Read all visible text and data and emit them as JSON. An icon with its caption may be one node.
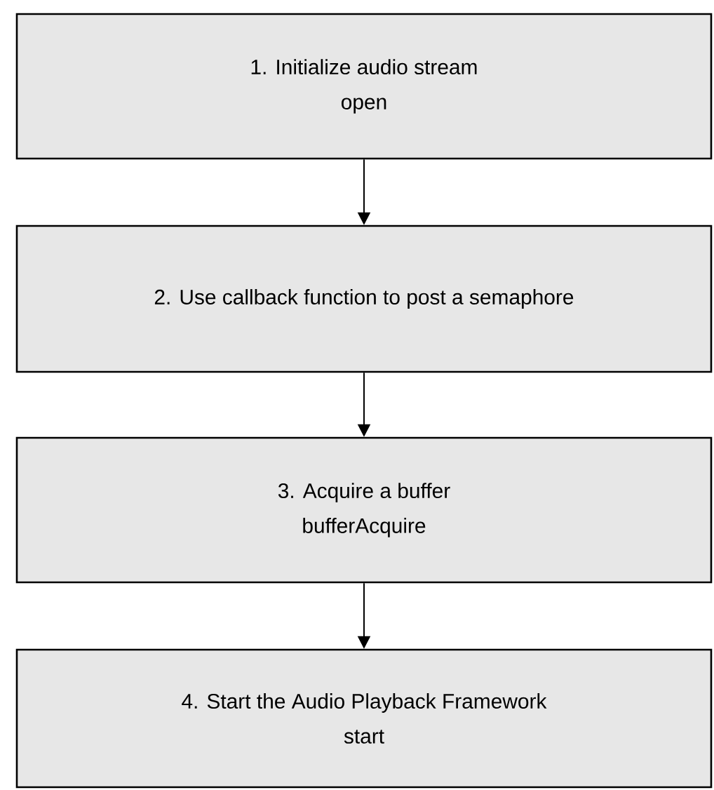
{
  "diagram": {
    "nodes": [
      {
        "text": [
          "1.  Initialize audio stream",
          "open"
        ]
      },
      {
        "text": [
          "2.  Use callback function to post a semaphore"
        ]
      },
      {
        "text": [
          "3.  Acquire a buffer",
          "bufferAcquire"
        ]
      },
      {
        "text": [
          "4.     Start the Audio Playback Framework",
          "start"
        ]
      }
    ],
    "edges": [
      {
        "from": 0,
        "to": 1,
        "arrow": "to"
      },
      {
        "from": 1,
        "to": 2,
        "arrow": "to"
      },
      {
        "from": 2,
        "to": 3,
        "arrow": "to"
      }
    ]
  }
}
